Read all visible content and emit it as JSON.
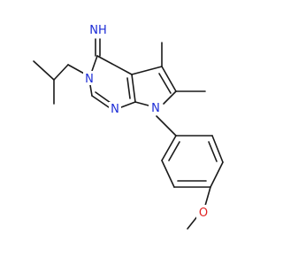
{
  "molecule": {
    "atoms": {
      "imine_nh": "NH",
      "n3": "N",
      "n1": "N",
      "n7": "N",
      "o_methoxy": "O"
    },
    "colors": {
      "bond": "#1a1a1a",
      "nitrogen": "#1b2bd6",
      "oxygen": "#e02020",
      "background": "#ffffff"
    }
  }
}
